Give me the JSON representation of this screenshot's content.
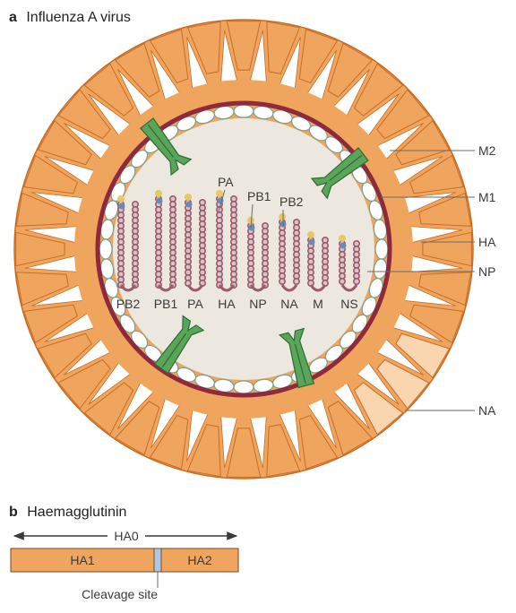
{
  "panel_a": {
    "letter": "a",
    "title": "Influenza A virus",
    "callouts": {
      "m2": "M2",
      "m1": "M1",
      "ha": "HA",
      "np": "NP",
      "na": "NA"
    },
    "segments": [
      "PB2",
      "PB1",
      "PA",
      "HA",
      "NP",
      "NA",
      "M",
      "NS"
    ],
    "polymerase_labels": {
      "pa": "PA",
      "pb1": "PB1",
      "pb2": "PB2"
    }
  },
  "panel_b": {
    "letter": "b",
    "title": "Haemagglutinin",
    "precursor": "HA0",
    "ha1": "HA1",
    "ha2": "HA2",
    "cleavage": "Cleavage site"
  },
  "colors": {
    "spike_orange": "#f0a55e",
    "spike_light": "#f9d5b0",
    "spike_outline": "#c86c24",
    "membrane": "#8e2a3c",
    "m1_fill": "#ffffff",
    "m1_outline": "#7f9f8c",
    "core": "#ece8df",
    "m2_channel": "#5aa55a",
    "rnp": "#9c5a6c",
    "np_bead": "#d8c4c8",
    "polymerase_yellow": "#e8c860",
    "polymerase_blue": "#6a8ab8",
    "ha_bar": "#f0a55e",
    "cleavage_blue": "#a9c9e6"
  }
}
